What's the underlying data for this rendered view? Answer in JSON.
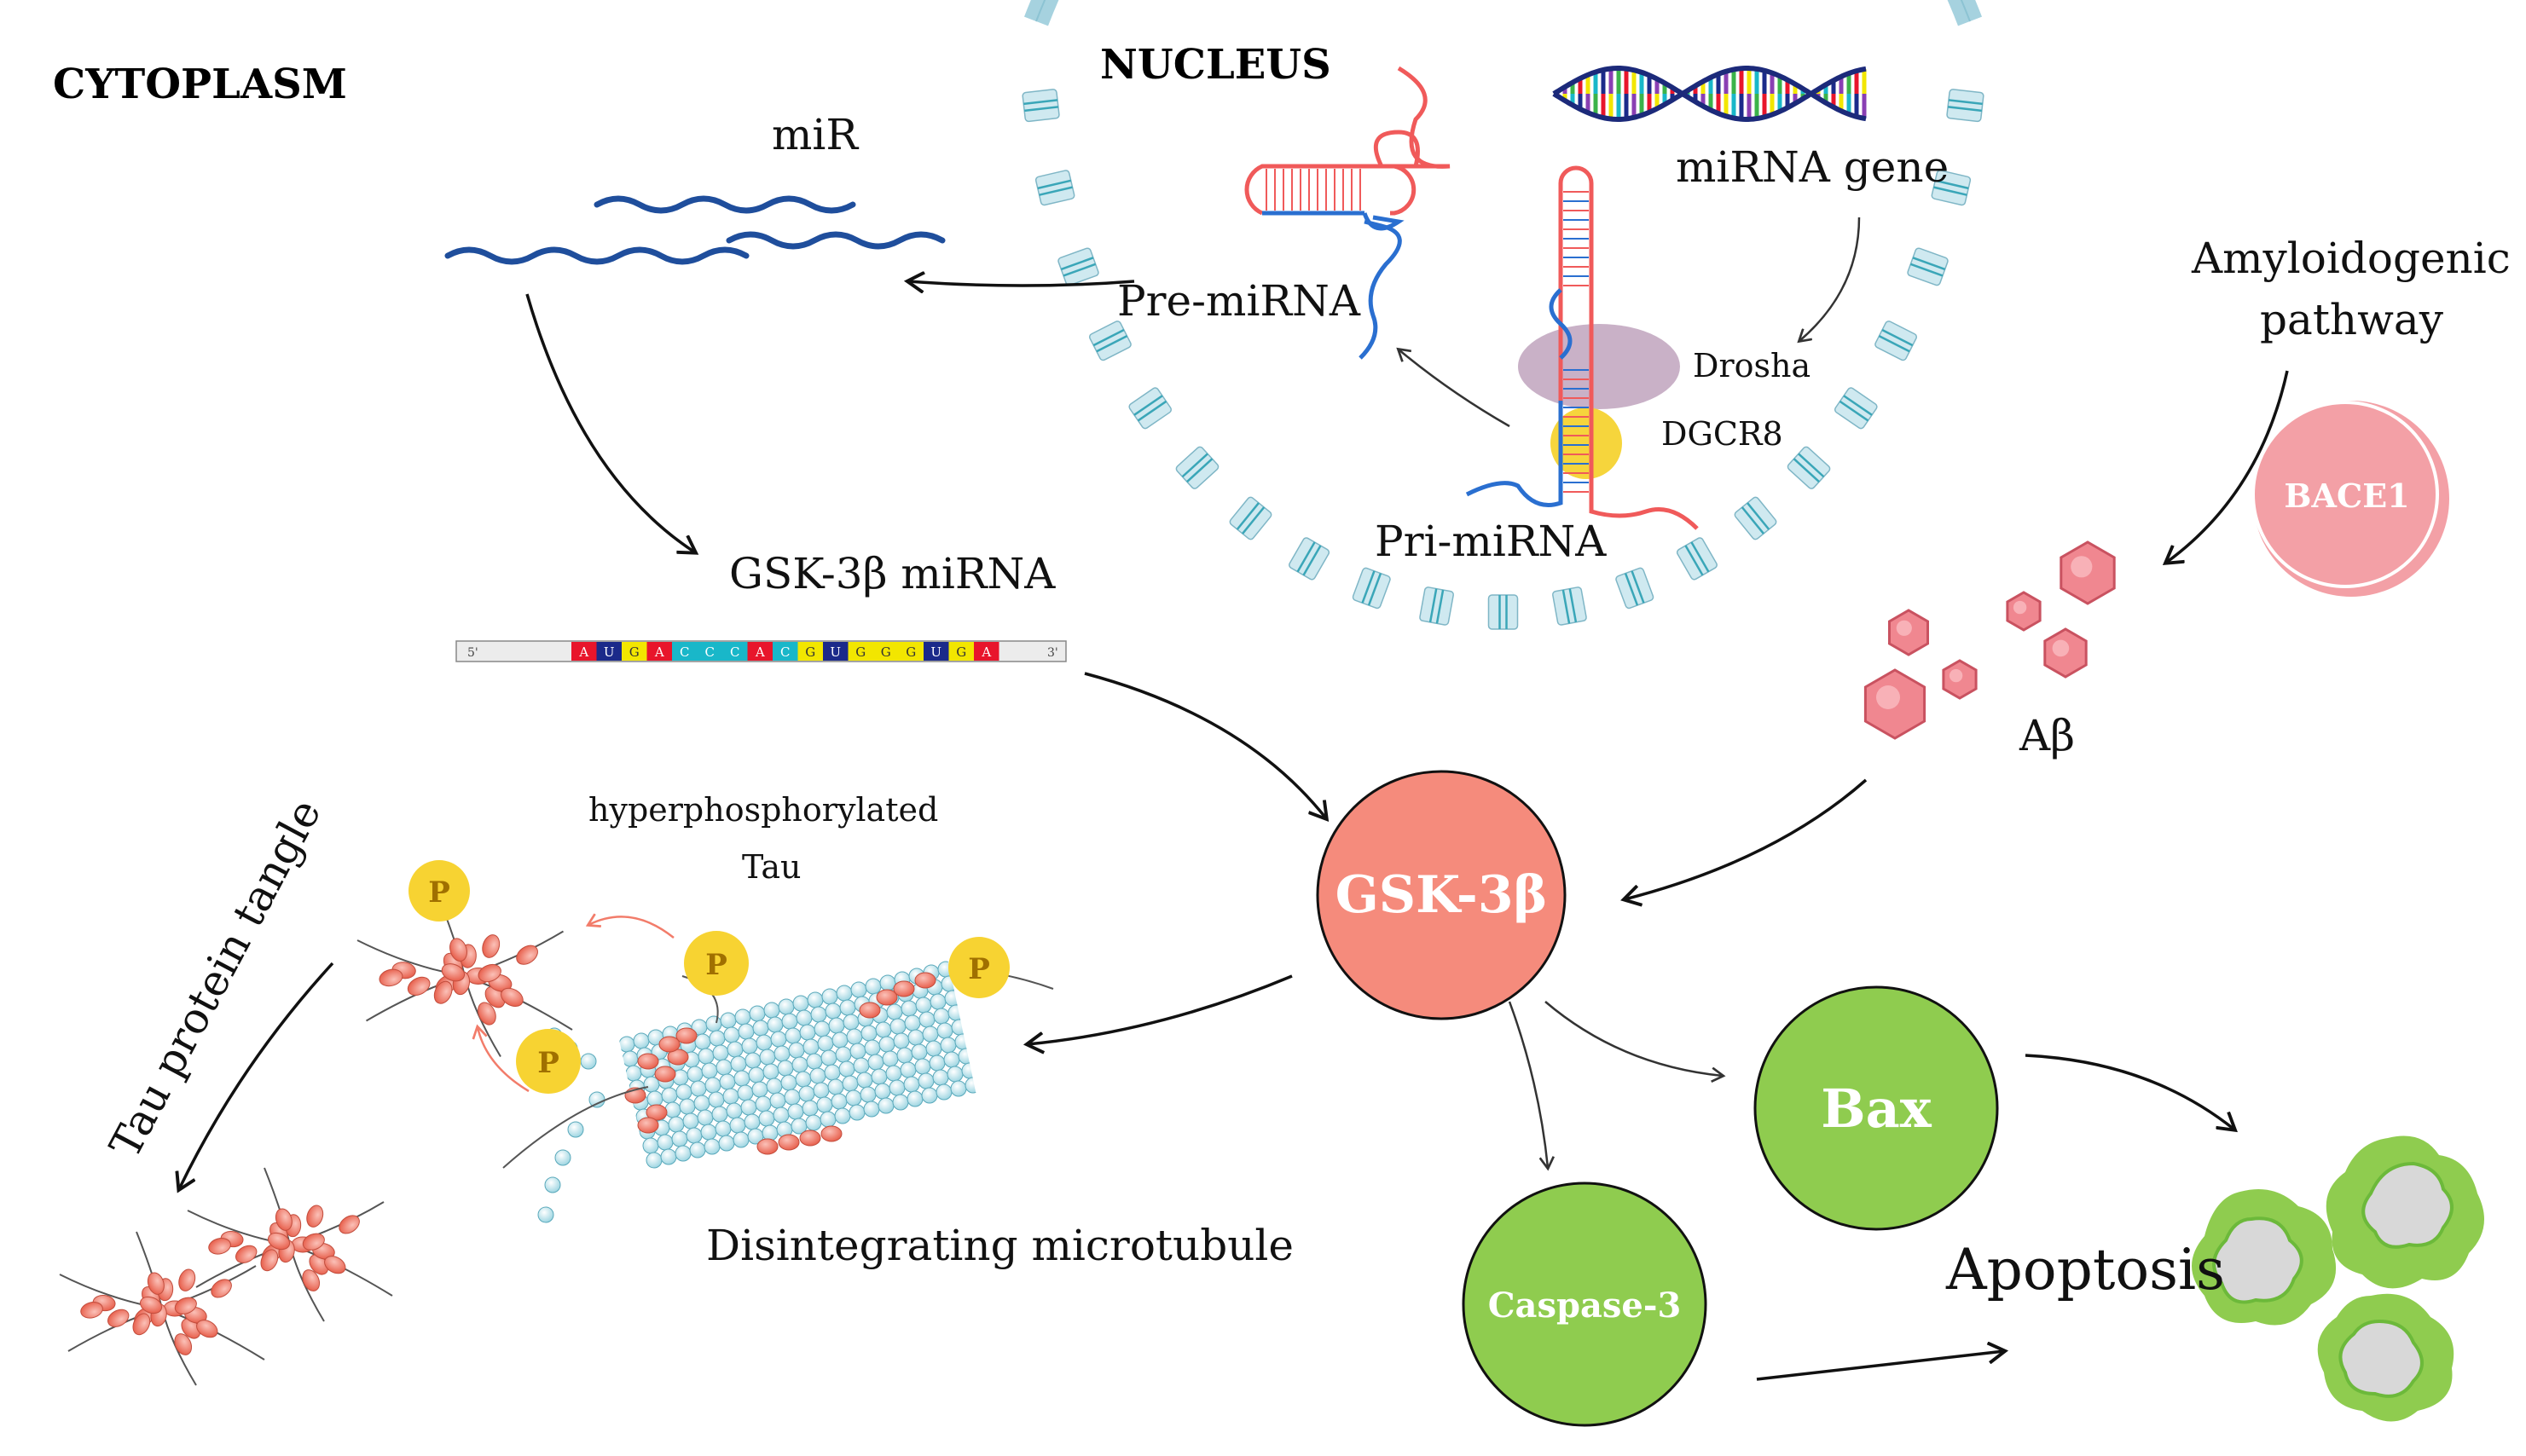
{
  "compartments": {
    "cytoplasm": "CYTOPLASM",
    "nucleus": "NUCLEUS"
  },
  "labels": {
    "mir": "miR",
    "mirna_gene": "miRNA gene",
    "pre_mirna": "Pre-miRNA",
    "pri_mirna": "Pri-miRNA",
    "drosha": "Drosha",
    "dgcr8": "DGCR8",
    "amyloidogenic_line1": "Amyloidogenic",
    "amyloidogenic_line2": "pathway",
    "bace1": "BACE1",
    "abeta": "Aβ",
    "gsk_mirna": "GSK-3β miRNA",
    "hyperphos_line1": "hyperphosphorylated",
    "hyperphos_line2": "Tau",
    "tau_tangle": "Tau protein tangle",
    "microtubule": "Disintegrating microtubule",
    "apoptosis": "Apoptosis",
    "phosphate": "P"
  },
  "nodes": {
    "gsk3b": "GSK-3β",
    "bax": "Bax",
    "caspase3": "Caspase-3"
  },
  "sequence": {
    "five_prime": "5'",
    "three_prime": "3'",
    "bases": [
      "A",
      "U",
      "G",
      "A",
      "C",
      "C",
      "C",
      "A",
      "C",
      "G",
      "U",
      "G",
      "G",
      "G",
      "U",
      "G",
      "A"
    ]
  },
  "colors": {
    "membrane": "#a6d2df",
    "gsk_node": "#f58b7c",
    "green_node": "#8fcc4f",
    "bace_node": "#f3a0a6",
    "abeta": "#f08790",
    "tau": "#ef7d6e",
    "phosphate": "#f7d332",
    "rna_red": "#f05a5a",
    "rna_blue": "#2a6fd0",
    "mir_blue": "#1f4e9c",
    "drosha": "#bfa3bd",
    "dgcr8": "#f6d53c",
    "base_A": "#e8152b",
    "base_U": "#1b2a8a",
    "base_G": "#f2e600",
    "base_C": "#19b7c9"
  }
}
